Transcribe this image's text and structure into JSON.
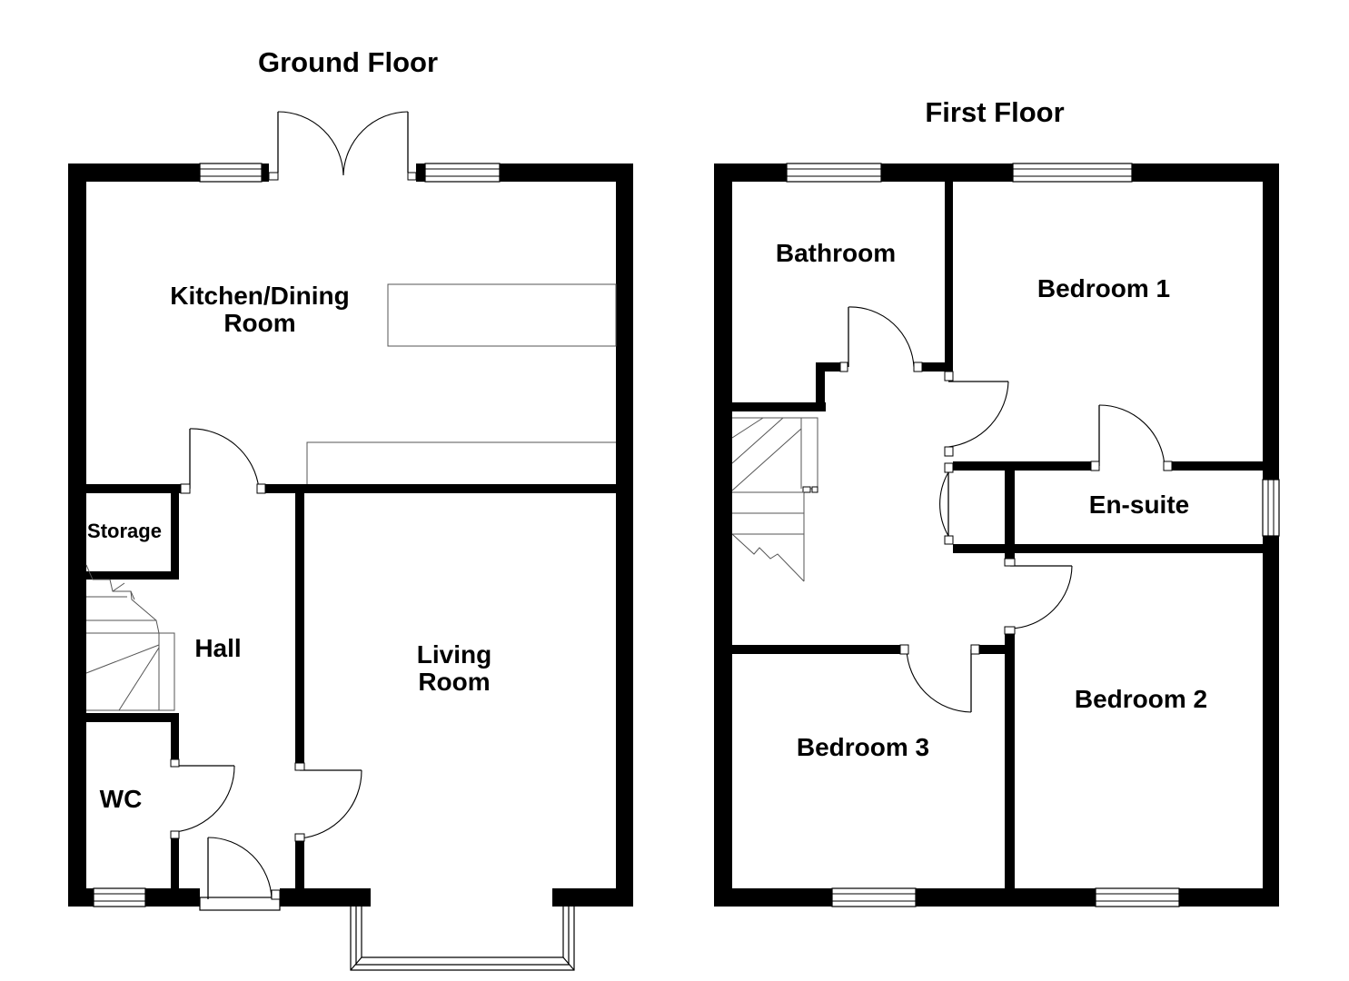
{
  "ground_floor": {
    "title": "Ground Floor",
    "rooms": {
      "kitchen_line1": "Kitchen/Dining",
      "kitchen_line2": "Room",
      "storage": "Storage",
      "hall": "Hall",
      "living_line1": "Living",
      "living_line2": "Room",
      "wc": "WC"
    }
  },
  "first_floor": {
    "title": "First Floor",
    "rooms": {
      "bathroom": "Bathroom",
      "bedroom1": "Bedroom 1",
      "ensuite": "En-suite",
      "bedroom2": "Bedroom 2",
      "bedroom3": "Bedroom 3"
    }
  },
  "colors": {
    "wall": "#000000",
    "background": "#ffffff"
  }
}
